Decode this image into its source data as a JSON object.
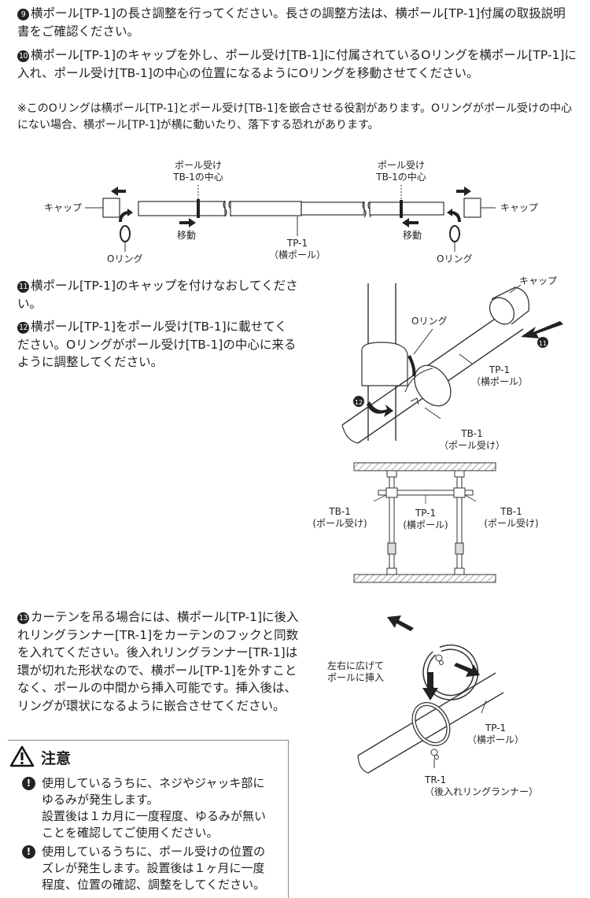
{
  "steps": {
    "s9": {
      "num": "9",
      "text": "横ポール[TP-1]の長さ調整を行ってください。長さの調整方法は、横ポール[TP-1]付属の取扱説明書をご確認ください。"
    },
    "s10": {
      "num": "10",
      "text": "横ポール[TP-1]のキャップを外し、ポール受け[TB-1]に付属されているOリングを横ポール[TP-1]に入れ、ポール受け[TB-1]の中心の位置になるようにOリングを移動させてください。"
    },
    "note": "※このOリングは横ポール[TP-1]とポール受け[TB-1]を嵌合させる役割があります。Oリングがポール受けの中心にない場合、横ポール[TP-1]が横に動いたり、落下する恐れがあります。",
    "s11": {
      "num": "11",
      "text": "横ポール[TP-1]のキャップを付けなおしてください。"
    },
    "s12": {
      "num": "12",
      "text": "横ポール[TP-1]をポール受け[TB-1]に載せてください。Oリングがポール受け[TB-1]の中心に来るように調整してください。"
    },
    "s13": {
      "num": "13",
      "text": "カーテンを吊る場合には、横ポール[TP-1]に後入れリングランナー[TR-1]をカーテンのフックと同数を入れてください。後入れリングランナー[TR-1]は環が切れた形状なので、横ポール[TP-1]を外すことなく、ポールの中間から挿入可能です。挿入後は、リングが環状になるように嵌合させてください。"
    }
  },
  "diagram1": {
    "cap_left": "キャップ",
    "cap_right": "キャップ",
    "tb_center_left": [
      "ポール受け",
      "TB-1の中心"
    ],
    "tb_center_right": [
      "ポール受け",
      "TB-1の中心"
    ],
    "move_left": "移動",
    "move_right": "移動",
    "oring_left": "Oリング",
    "oring_right": "Oリング",
    "tp": [
      "TP-1",
      "（横ポール）"
    ]
  },
  "diagram2": {
    "cap": "キャップ",
    "oring": "Oリング",
    "tp": [
      "TP-1",
      "（横ポール）"
    ],
    "tb": [
      "TB-1",
      "（ポール受け）"
    ],
    "mark11": "11",
    "mark12": "12"
  },
  "diagram3": {
    "tb_left": [
      "TB-1",
      "(ポール受け)"
    ],
    "tp": [
      "TP-1",
      "(横ポール)"
    ],
    "tb_right": [
      "TB-1",
      "(ポール受け)"
    ]
  },
  "diagram4": {
    "instruction": [
      "左右に広げて",
      "ポールに挿入"
    ],
    "tp": [
      "TP-1",
      "（横ポール）"
    ],
    "tr": [
      "TR-1",
      "（後入れリングランナー）"
    ]
  },
  "caution": {
    "title": "注意",
    "items": [
      {
        "lines": [
          "使用しているうちに、ネジやジャッキ部に",
          "ゆるみが発生します。",
          "設置後は１カ月に一度程度、ゆるみが無い",
          "ことを確認してご使用ください。"
        ]
      },
      {
        "lines": [
          "使用しているうちに、ポール受けの位置の",
          "ズレが発生します。設置後は１ヶ月に一度",
          "程度、位置の確認、調整をしてください。"
        ]
      }
    ]
  }
}
